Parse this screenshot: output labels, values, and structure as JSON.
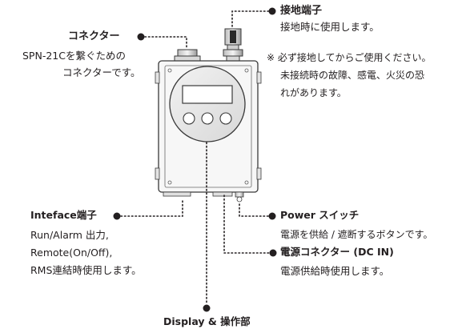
{
  "labels": {
    "connector": {
      "title": "コネクター",
      "desc_lines": [
        "SPN-21Cを繋ぐための",
        "コネクターです。"
      ]
    },
    "ground": {
      "title": "接地端子",
      "desc": "接地時に使用します。",
      "note_lines": [
        "※ 必ず接地してからご使用ください。",
        "未接続時の故障、感電、火災の恐",
        "れがあります。"
      ]
    },
    "interface": {
      "title": "Inteface端子",
      "desc_lines": [
        "Run/Alarm 出力,",
        "Remote(On/Off),",
        "RMS連結時使用します。"
      ]
    },
    "power_switch": {
      "title": "Power スイッチ",
      "desc": "電源を供給 / 遮断するボタンです。"
    },
    "power_connector": {
      "title": "電源コネクター (DC IN)",
      "desc": "電源供給時使用します。"
    },
    "display": {
      "title": "Display & 操作部"
    }
  },
  "colors": {
    "text": "#231f20",
    "leader": "#231f20",
    "device_body": "#f7f7f7",
    "device_outline": "#3a3a3a",
    "connector_dark": "#2b2b2b"
  }
}
